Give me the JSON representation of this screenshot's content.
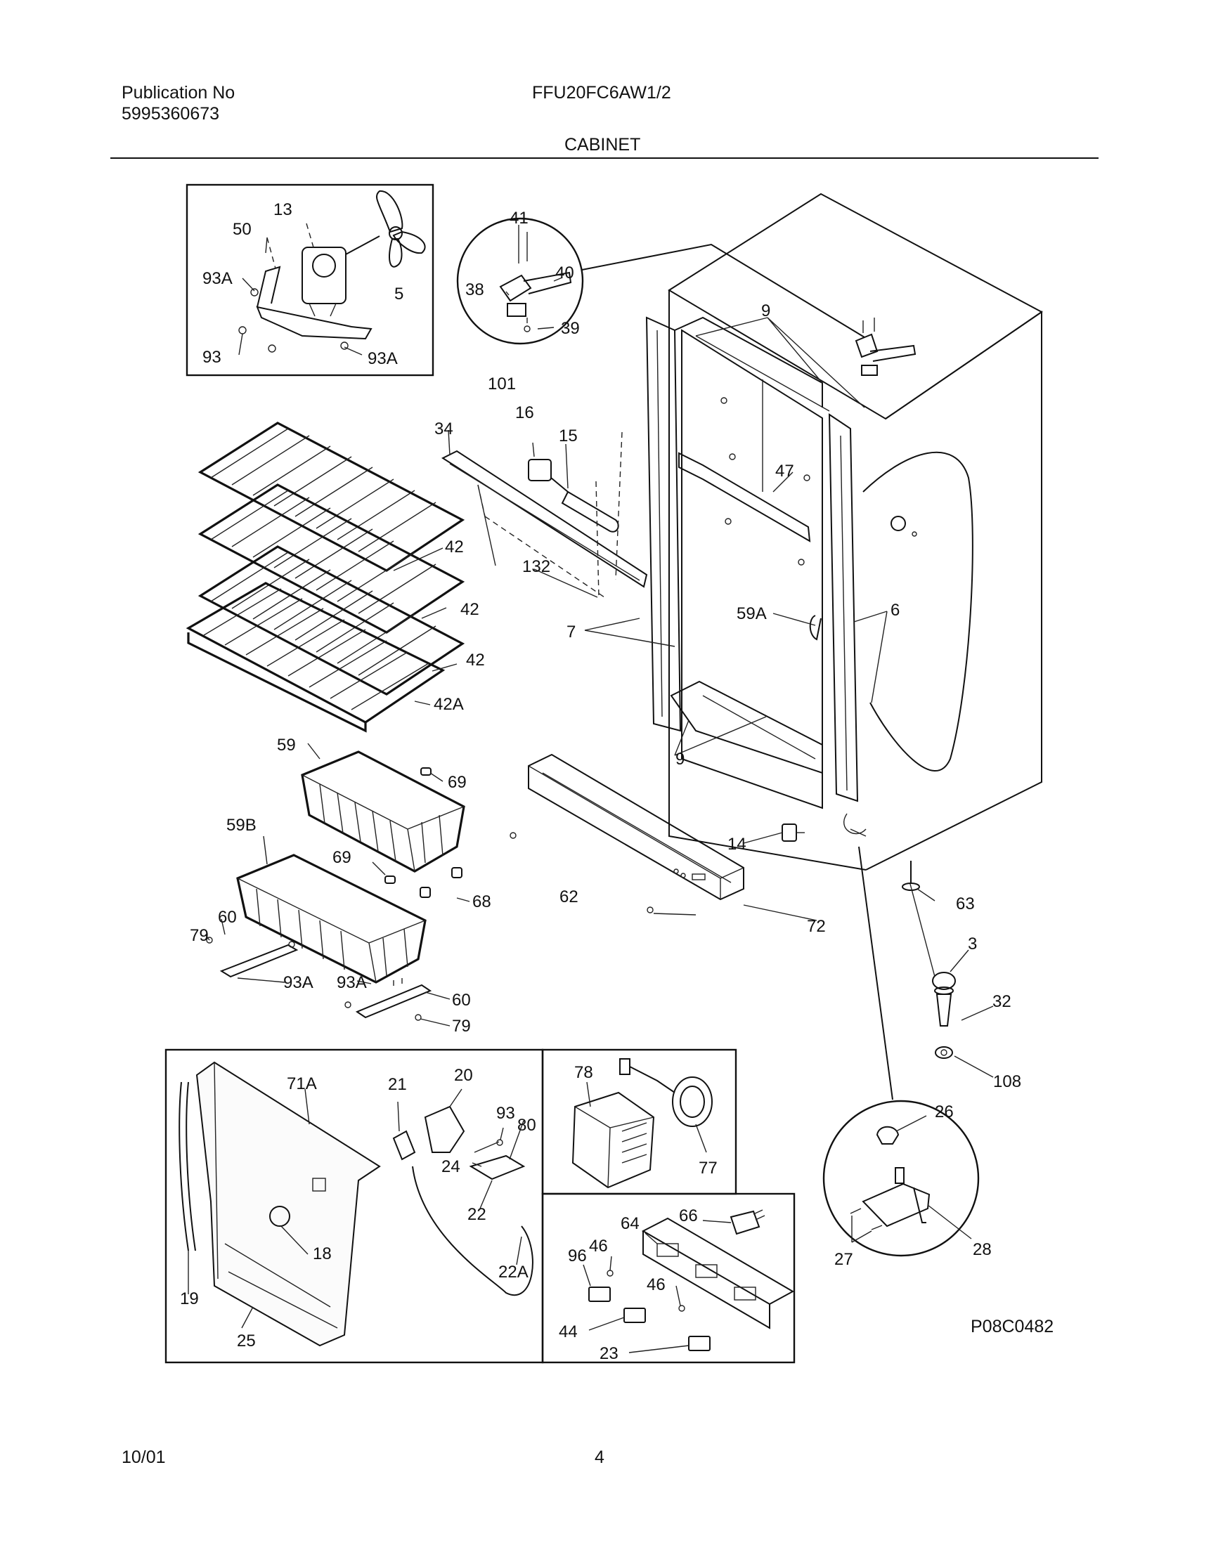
{
  "header": {
    "publication_label": "Publication No",
    "publication_number": "5995360673",
    "model": "FFU20FC6AW1/2",
    "section": "CABINET"
  },
  "footer": {
    "date": "10/01",
    "page": "4",
    "diagram_code": "P08C0482"
  },
  "callouts": {
    "c13": "13",
    "c50": "50",
    "c93a_1": "93A",
    "c5": "5",
    "c93": "93",
    "c93a_2": "93A",
    "c41": "41",
    "c40": "40",
    "c38": "38",
    "c39": "39",
    "c101": "101",
    "c9_top": "9",
    "c16": "16",
    "c15": "15",
    "c34": "34",
    "c47": "47",
    "c42_1": "42",
    "c42_2": "42",
    "c42_3": "42",
    "c42a": "42A",
    "c132": "132",
    "c59a": "59A",
    "c6": "6",
    "c7": "7",
    "c59": "59",
    "c69_1": "69",
    "c59b": "59B",
    "c69_2": "69",
    "c68": "68",
    "c60_1": "60",
    "c79_1": "79",
    "c93a_3": "93A",
    "c93a_4": "93A",
    "c60_2": "60",
    "c79_2": "79",
    "c9_bot": "9",
    "c14": "14",
    "c62": "62",
    "c72": "72",
    "c63": "63",
    "c3": "3",
    "c32": "32",
    "c108": "108",
    "c71a": "71A",
    "c21": "21",
    "c20": "20",
    "c93_2": "93",
    "c80": "80",
    "c24": "24",
    "c22": "22",
    "c22a": "22A",
    "c18": "18",
    "c19": "19",
    "c25": "25",
    "c78": "78",
    "c77": "77",
    "c66": "66",
    "c64": "64",
    "c46_1": "46",
    "c96": "96",
    "c46_2": "46",
    "c44": "44",
    "c23": "23",
    "c26": "26",
    "c27": "27",
    "c28": "28"
  },
  "colors": {
    "ink": "#111111",
    "paper": "#ffffff"
  }
}
